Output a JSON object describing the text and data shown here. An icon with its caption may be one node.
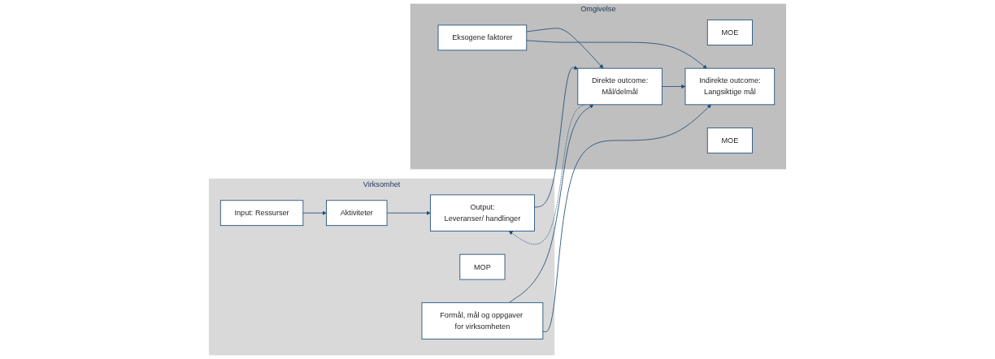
{
  "diagram": {
    "nodes": [
      {
        "text": [
          "Virksomhet"
        ]
      },
      {
        "text": [
          "Input: Ressurser"
        ],
        "in": 0
      },
      {
        "text": [
          "Aktiviteter"
        ],
        "in": 0
      },
      {
        "text": [
          "Output:",
          "Leveranser/ handlinger"
        ],
        "in": 0
      },
      {
        "text": [
          "MOP"
        ],
        "in": 0
      },
      {
        "text": [
          "Formål, mål og oppgaver for virksomheten"
        ],
        "in": 0
      },
      {
        "text": [
          "Omgivelse"
        ]
      },
      {
        "text": [
          "Direkte outcome:",
          "Mål/delmål"
        ],
        "in": 6
      },
      {
        "text": [
          "MOE"
        ],
        "in": 6
      },
      {
        "text": [
          "Indirekte outcome:",
          "Langsiktige mål"
        ],
        "in": 6
      },
      {
        "text": [
          "MOE"
        ],
        "in": 6
      },
      {
        "text": [
          "Eksogene faktorer"
        ],
        "in": 6
      }
    ],
    "edges": [
      {
        "from": 1,
        "to": 2,
        "arrow": "to"
      },
      {
        "from": 2,
        "to": 3,
        "arrow": "to"
      },
      {
        "from": 3,
        "to": 7,
        "arrow": "to"
      },
      {
        "from": 7,
        "to": 3,
        "arrow": "to",
        "style": "dashed"
      },
      {
        "from": 5,
        "to": 7,
        "arrow": "to"
      },
      {
        "from": 5,
        "to": 9,
        "arrow": "to"
      },
      {
        "from": 7,
        "to": 9,
        "arrow": "to"
      },
      {
        "from": 11,
        "to": 7,
        "arrow": "to"
      },
      {
        "from": 11,
        "to": 9,
        "arrow": "to"
      }
    ]
  }
}
